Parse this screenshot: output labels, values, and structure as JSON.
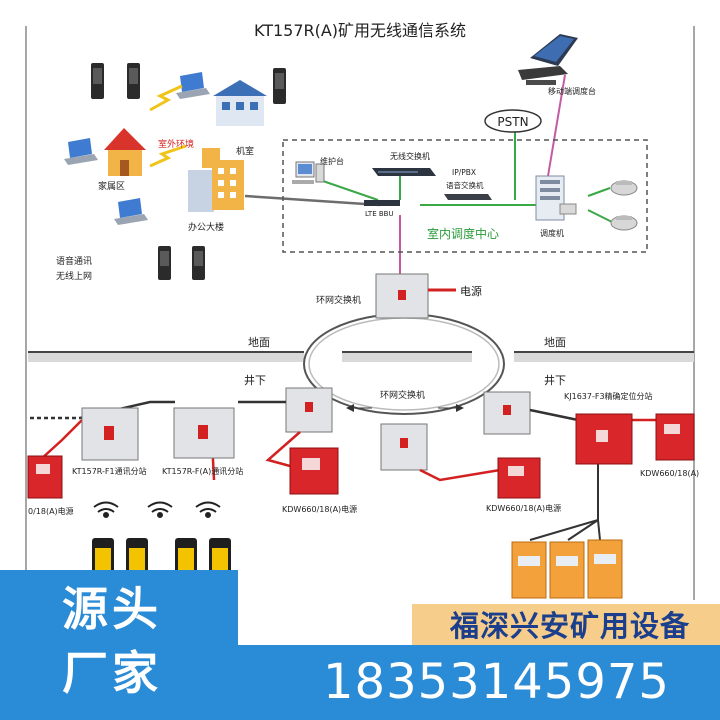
{
  "diagram": {
    "title": "KT157R(A)矿用无线通信系统",
    "nodes": {
      "mobile_console": "移动端调度台",
      "pstn": "PSTN",
      "outdoor_env": "室外环境",
      "residential": "家属区",
      "office": "办公大楼",
      "camp": "机室",
      "voice_comm": "语音通讯",
      "wireless_net": "无线上网",
      "maint_station": "维护台",
      "wireless_switch": "无线交换机",
      "ippbx_1": "IP/PBX",
      "ippbx_2": "语音交换机",
      "lte_bbu": "LTE BBU",
      "dispatch_machine": "调度机",
      "control_center": "室内调度中心",
      "power": "电源",
      "ring_switch_top": "环网交换机",
      "ring_switch_mid": "环网交换机",
      "ground_left": "地面",
      "ground_right": "地面",
      "underground_left": "井下",
      "underground_right": "井下",
      "locator_substation": "KJ1637-F3精确定位分站",
      "comm_sub_1": "KT157R-F1通讯分站",
      "comm_sub_2": "KT157R-F(A)通讯分站",
      "power_left": "0/18(A)电源",
      "power_mid_left": "KDW660/18(A)电源",
      "power_mid": "KDW660/18(A)电源",
      "power_right": "KDW660/18(A)"
    }
  },
  "banner": {
    "left_line1": "源头",
    "left_line2": "厂家",
    "company": "福深兴安矿用设备",
    "phone": "18353145975"
  },
  "colors": {
    "banner_blue": "#2a8bd6",
    "company_bg": "#f6cd8a",
    "company_text": "#1b3f8c",
    "cable_red": "#d32020",
    "cable_green": "#3aa845",
    "station_red": "#d8262a"
  }
}
